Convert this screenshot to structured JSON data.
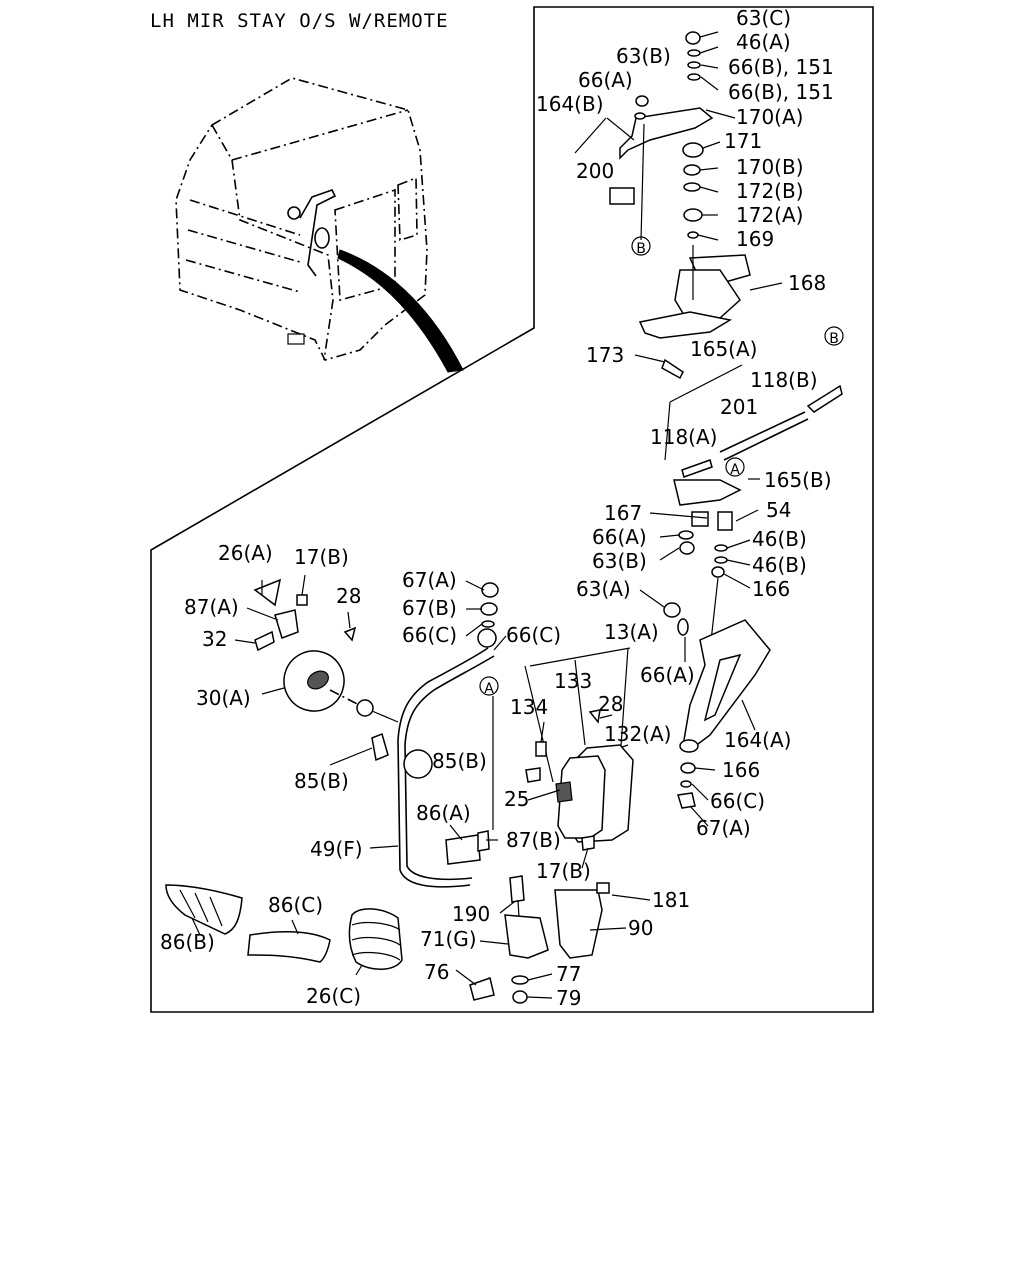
{
  "title": "LH MIR STAY O/S W/REMOTE",
  "callouts": [
    {
      "id": "c1",
      "text": "63(C)"
    },
    {
      "id": "c2",
      "text": "46(A)"
    },
    {
      "id": "c3",
      "text": "63(B)"
    },
    {
      "id": "c4",
      "text": "66(B), 151"
    },
    {
      "id": "c5",
      "text": "66(A)"
    },
    {
      "id": "c6",
      "text": "66(B), 151"
    },
    {
      "id": "c7",
      "text": "164(B)"
    },
    {
      "id": "c8",
      "text": "170(A)"
    },
    {
      "id": "c9",
      "text": "171"
    },
    {
      "id": "c10",
      "text": "200"
    },
    {
      "id": "c11",
      "text": "170(B)"
    },
    {
      "id": "c12",
      "text": "172(B)"
    },
    {
      "id": "c13",
      "text": "172(A)"
    },
    {
      "id": "c14",
      "text": "169"
    },
    {
      "id": "c15",
      "text": "168"
    },
    {
      "id": "c16",
      "text": "173"
    },
    {
      "id": "c17",
      "text": "165(A)"
    },
    {
      "id": "c18",
      "text": "118(B)"
    },
    {
      "id": "c19",
      "text": "201"
    },
    {
      "id": "c20",
      "text": "118(A)"
    },
    {
      "id": "c21",
      "text": "165(B)"
    },
    {
      "id": "c22",
      "text": "167"
    },
    {
      "id": "c23",
      "text": "54"
    },
    {
      "id": "c24",
      "text": "66(A)"
    },
    {
      "id": "c25",
      "text": "46(B)"
    },
    {
      "id": "c26",
      "text": "63(B)"
    },
    {
      "id": "c27",
      "text": "46(B)"
    },
    {
      "id": "c28",
      "text": "26(A)"
    },
    {
      "id": "c29",
      "text": "17(B)"
    },
    {
      "id": "c30",
      "text": "166"
    },
    {
      "id": "c31",
      "text": "63(A)"
    },
    {
      "id": "c32",
      "text": "67(A)"
    },
    {
      "id": "c33",
      "text": "87(A)"
    },
    {
      "id": "c34",
      "text": "28"
    },
    {
      "id": "c35",
      "text": "67(B)"
    },
    {
      "id": "c36",
      "text": "13(A)"
    },
    {
      "id": "c37",
      "text": "32"
    },
    {
      "id": "c38",
      "text": "66(C)"
    },
    {
      "id": "c39",
      "text": "66(C)"
    },
    {
      "id": "c40",
      "text": "66(A)"
    },
    {
      "id": "c41",
      "text": "133"
    },
    {
      "id": "c42",
      "text": "30(A)"
    },
    {
      "id": "c43",
      "text": "134"
    },
    {
      "id": "c44",
      "text": "28"
    },
    {
      "id": "c45",
      "text": "132(A)"
    },
    {
      "id": "c46",
      "text": "164(A)"
    },
    {
      "id": "c47",
      "text": "85(B)"
    },
    {
      "id": "c48",
      "text": "85(B)"
    },
    {
      "id": "c49",
      "text": "166"
    },
    {
      "id": "c50",
      "text": "25"
    },
    {
      "id": "c51",
      "text": "66(C)"
    },
    {
      "id": "c52",
      "text": "86(A)"
    },
    {
      "id": "c53",
      "text": "67(A)"
    },
    {
      "id": "c54",
      "text": "87(B)"
    },
    {
      "id": "c55",
      "text": "49(F)"
    },
    {
      "id": "c56",
      "text": "17(B)"
    },
    {
      "id": "c57",
      "text": "181"
    },
    {
      "id": "c58",
      "text": "86(C)"
    },
    {
      "id": "c59",
      "text": "190"
    },
    {
      "id": "c60",
      "text": "90"
    },
    {
      "id": "c61",
      "text": "86(B)"
    },
    {
      "id": "c62",
      "text": "71(G)"
    },
    {
      "id": "c63",
      "text": "76"
    },
    {
      "id": "c64",
      "text": "77"
    },
    {
      "id": "c65",
      "text": "26(C)"
    },
    {
      "id": "c66",
      "text": "79"
    }
  ],
  "refs": [
    {
      "id": "r1",
      "text": "B"
    },
    {
      "id": "r2",
      "text": "B"
    },
    {
      "id": "r3",
      "text": "A"
    },
    {
      "id": "r4",
      "text": "A"
    }
  ]
}
